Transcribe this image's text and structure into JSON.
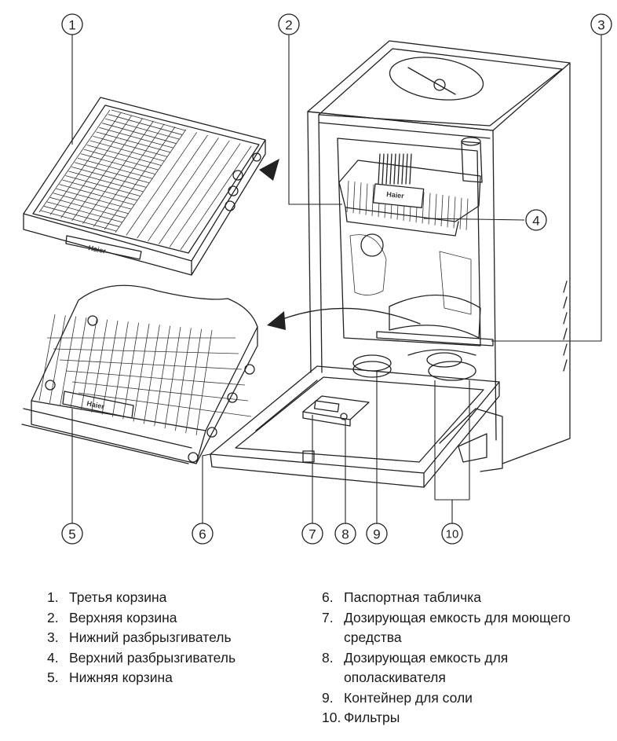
{
  "callouts": [
    {
      "id": "1",
      "label": "1"
    },
    {
      "id": "2",
      "label": "2"
    },
    {
      "id": "3",
      "label": "3"
    },
    {
      "id": "4",
      "label": "4"
    },
    {
      "id": "5",
      "label": "5"
    },
    {
      "id": "6",
      "label": "6"
    },
    {
      "id": "7",
      "label": "7"
    },
    {
      "id": "8",
      "label": "8"
    },
    {
      "id": "9",
      "label": "9"
    },
    {
      "id": "10",
      "label": "10"
    }
  ],
  "brand_marks": {
    "third_basket": "Haier",
    "upper_basket": "Haier",
    "lower_basket": "Haier"
  },
  "legend_left": [
    {
      "num": "1.",
      "text": "Третья корзина"
    },
    {
      "num": "2.",
      "text": "Верхняя корзина"
    },
    {
      "num": "3.",
      "text": "Нижний разбрызгиватель"
    },
    {
      "num": "4.",
      "text": "Верхний разбрызгиватель"
    },
    {
      "num": "5.",
      "text": "Нижняя корзина"
    }
  ],
  "legend_right": [
    {
      "num": "6.",
      "text": "Паспортная табличка"
    },
    {
      "num": "7.",
      "text": "Дозирующая емкость для моющего средства"
    },
    {
      "num": "8.",
      "text": "Дозирующая емкость для ополаскивателя"
    },
    {
      "num": "9.",
      "text": "Контейнер для соли"
    },
    {
      "num": "10.",
      "text": "Фильтры"
    }
  ]
}
